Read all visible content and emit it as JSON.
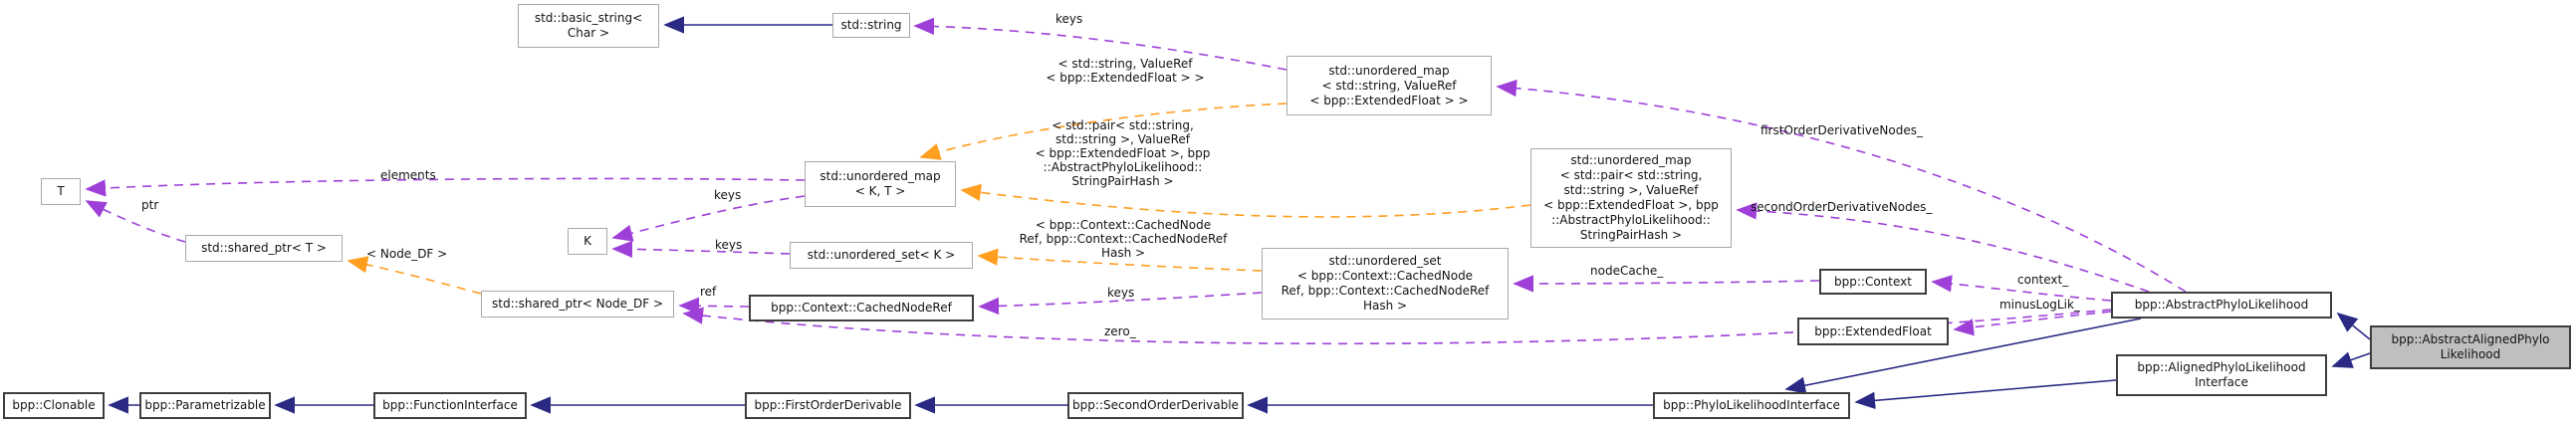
{
  "nodes": {
    "basic_string": {
      "label": "std::basic_string<\nChar >"
    },
    "string": {
      "label": "std::string"
    },
    "umap_string_valueref": {
      "label": "std::unordered_map\n< std::string, ValueRef\n< bpp::ExtendedFloat > >"
    },
    "t_param": {
      "label": "T"
    },
    "umap_k_t": {
      "label": "std::unordered_map\n< K, T >"
    },
    "umap_stringpair": {
      "label": "std::unordered_map\n< std::pair< std::string,\nstd::string >, ValueRef\n< bpp::ExtendedFloat >, bpp\n::AbstractPhyloLikelihood::\nStringPairHash >"
    },
    "shared_ptr_t": {
      "label": "std::shared_ptr< T >"
    },
    "k_param": {
      "label": "K"
    },
    "uset_k": {
      "label": "std::unordered_set< K >"
    },
    "uset_cachednoderef": {
      "label": "std::unordered_set\n< bpp::Context::CachedNode\nRef, bpp::Context::CachedNodeRef\nHash >"
    },
    "shared_ptr_node_df": {
      "label": "std::shared_ptr< Node_DF >"
    },
    "cached_node_ref": {
      "label": "bpp::Context::CachedNodeRef"
    },
    "context": {
      "label": "bpp::Context"
    },
    "extended_float": {
      "label": "bpp::ExtendedFloat"
    },
    "abstract_phylo": {
      "label": "bpp::AbstractPhyloLikelihood"
    },
    "aligned_interface": {
      "label": "bpp::AlignedPhyloLikelihood\nInterface"
    },
    "target": {
      "label": "bpp::AbstractAlignedPhylo\nLikelihood"
    },
    "clonable": {
      "label": "bpp::Clonable"
    },
    "parametrizable": {
      "label": "bpp::Parametrizable"
    },
    "function_interface": {
      "label": "bpp::FunctionInterface"
    },
    "first_order_derivable": {
      "label": "bpp::FirstOrderDerivable"
    },
    "second_order_derivable": {
      "label": "bpp::SecondOrderDerivable"
    },
    "phylo_interface": {
      "label": "bpp::PhyloLikelihoodInterface"
    }
  },
  "edge_labels": {
    "keys_top": "keys",
    "tmpl_string_vref": "< std::string, ValueRef\n< bpp::ExtendedFloat > >",
    "tmpl_stringpair": "< std::pair< std::string,\nstd::string >, ValueRef\n< bpp::ExtendedFloat >, bpp\n::AbstractPhyloLikelihood::\nStringPairHash >",
    "elements": "elements",
    "ptr": "ptr",
    "keys_map_k": "keys",
    "keys_set_k": "keys",
    "node_df": "< Node_DF >",
    "tmpl_cachednoderef": "< bpp::Context::CachedNode\nRef, bpp::Context::CachedNodeRef\nHash >",
    "ref": "ref",
    "keys_uset_cnr": "keys",
    "zero": "zero_",
    "node_cache": "nodeCache_",
    "first_order_derivative_nodes": "firstOrderDerivativeNodes_",
    "second_order_derivative_nodes": "secondOrderDerivativeNodes_",
    "context_member": "context_",
    "minus_log_lik": "minusLogLik_"
  },
  "colors": {
    "inheritance_edge": "#2a2a85",
    "usage_edge": "#9e40d8",
    "template_edge": "#ff9e1f",
    "std_border": "#a9a9a9",
    "class_border": "#3e3e3e",
    "target_fill": "#bfbfbf"
  }
}
